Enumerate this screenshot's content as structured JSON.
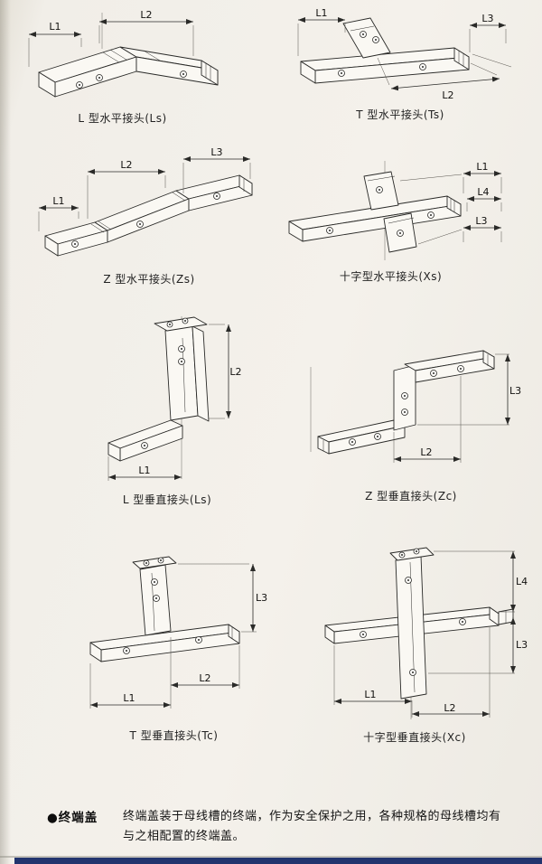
{
  "diagrams": [
    {
      "id": "ls-horizontal",
      "caption": "L 型水平接头(Ls)",
      "dims": [
        "L1",
        "L2"
      ]
    },
    {
      "id": "ts-horizontal",
      "caption": "T 型水平接头(Ts)",
      "dims": [
        "L1",
        "L3",
        "L2"
      ]
    },
    {
      "id": "zs-horizontal",
      "caption": "Z 型水平接头(Zs)",
      "dims": [
        "L1",
        "L2",
        "L3"
      ]
    },
    {
      "id": "xs-horizontal",
      "caption": "十字型水平接头(Xs)",
      "dims": [
        "L1",
        "L4",
        "L3"
      ]
    },
    {
      "id": "ls-vertical",
      "caption": "L 型垂直接头(Ls)",
      "dims": [
        "L2",
        "L1"
      ]
    },
    {
      "id": "zc-vertical",
      "caption": "Z 型垂直接头(Zc)",
      "dims": [
        "L3",
        "L2"
      ]
    },
    {
      "id": "tc-vertical",
      "caption": "T 型垂直接头(Tc)",
      "dims": [
        "L3",
        "L2",
        "L1"
      ]
    },
    {
      "id": "xc-vertical",
      "caption": "十字型垂直接头(Xc)",
      "dims": [
        "L4",
        "L3",
        "L1",
        "L2"
      ]
    }
  ],
  "footer": {
    "bullet": "●",
    "term": "终端盖",
    "body": "终端盖装于母线槽的终端，作为安全保护之用，各种规格的母线槽均有与之相配置的终端盖。"
  },
  "colors": {
    "accent_strip": "#22346e",
    "page_bg": "#f1eee8"
  }
}
